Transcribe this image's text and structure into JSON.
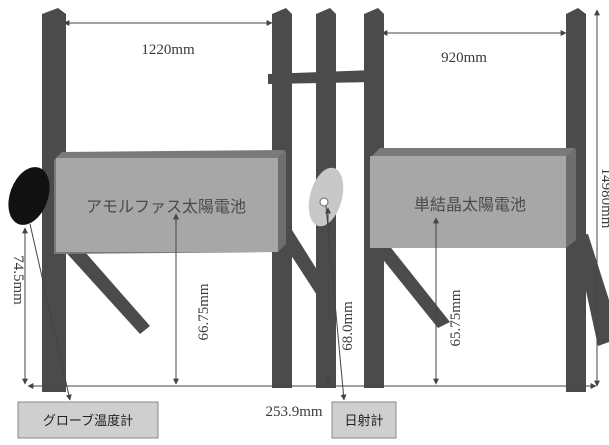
{
  "panels": {
    "amorphous": "アモルファス太陽電池",
    "monocrystalline": "単結晶太陽電池"
  },
  "dimensions": {
    "left_span": "1220mm",
    "right_span": "920mm",
    "total_height": "14980mm",
    "base_width": "253.9mm",
    "globe_height": "74.5mm",
    "amorphous_height": "66.75mm",
    "pyranometer_height": "68.0mm",
    "mono_height": "65.75mm"
  },
  "labels": {
    "globe_thermometer": "グローブ温度計",
    "pyranometer": "日射計"
  }
}
